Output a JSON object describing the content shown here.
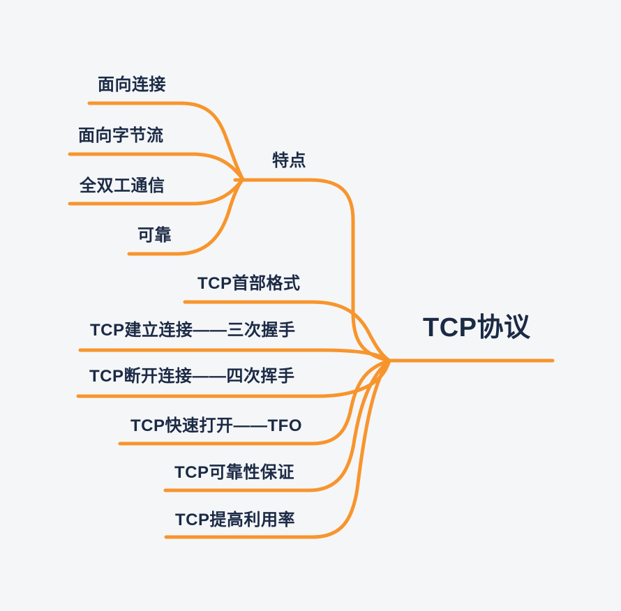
{
  "meta": {
    "bg_color": "#F5F6F8",
    "line_color": "#F7952D",
    "text_color": "#1B2A45",
    "diagram_type": "mindmap"
  },
  "root": {
    "label": "TCP协议"
  },
  "branches": [
    {
      "label": "特点",
      "children": [
        {
          "label": "面向连接"
        },
        {
          "label": "面向字节流"
        },
        {
          "label": "全双工通信"
        },
        {
          "label": "可靠"
        }
      ]
    },
    {
      "label": "TCP首部格式"
    },
    {
      "label": "TCP建立连接——三次握手"
    },
    {
      "label": "TCP断开连接——四次挥手"
    },
    {
      "label": "TCP快速打开——TFO"
    },
    {
      "label": "TCP可靠性保证"
    },
    {
      "label": "TCP提高利用率"
    }
  ]
}
